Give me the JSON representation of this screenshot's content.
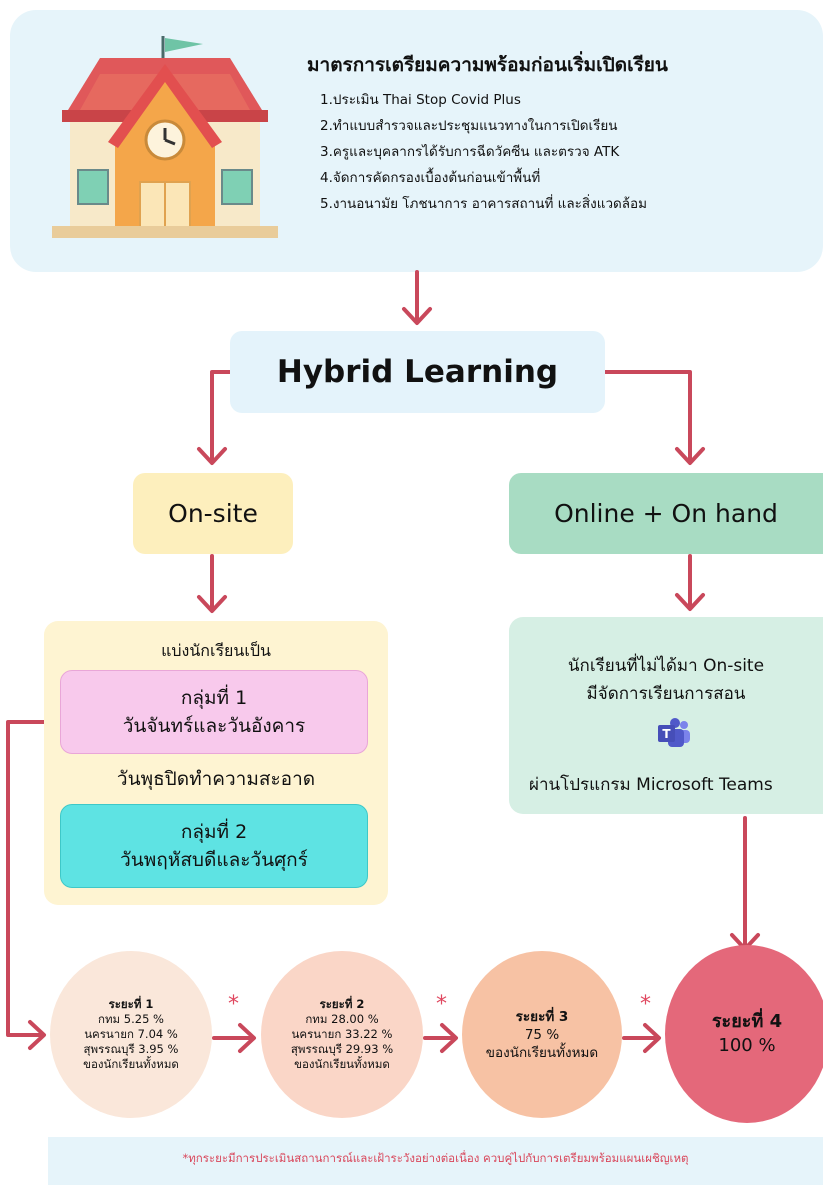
{
  "measures": {
    "title": "มาตรการเตรียมความพร้อมก่อนเริ่มเปิดเรียน",
    "items": [
      "1.ประเมิน Thai Stop Covid Plus",
      "2.ทำแบบสำรวจและประชุมแนวทางในการเปิดเรียน",
      "3.ครูและบุคลากรได้รับการฉีดวัคซีน และตรวจ ATK",
      "4.จัดการคัดกรองเบื้องต้นก่อนเข้าพื้นที่",
      "5.งานอนามัย โภชนาการ อาคารสถานที่ และสิ่งแวดล้อม"
    ]
  },
  "hybrid": {
    "title": "Hybrid Learning"
  },
  "onsite": {
    "label": "On-site",
    "intro": "แบ่งนักเรียนเป็น",
    "group1": {
      "name": "กลุ่มที่ 1",
      "days": "วันจันทร์และวันอังคาร"
    },
    "wednesday": "วันพุธปิดทำความสะอาด",
    "group2": {
      "name": "กลุ่มที่ 2",
      "days": "วันพฤหัสบดีและวันศุกร์"
    }
  },
  "online": {
    "label": "Online + On hand",
    "line1": "นักเรียนที่ไม่ได้มา On-site",
    "line2": "มีจัดการเรียนการสอน",
    "line3": "ผ่านโปรแกรม Microsoft Teams",
    "icon": "microsoft-teams-icon"
  },
  "phases": {
    "p1": {
      "title": "ระยะที่ 1",
      "l1": "กทม  5.25 %",
      "l2": "นครนายก  7.04 %",
      "l3": "สุพรรณบุรี 3.95 %",
      "l4": "ของนักเรียนทั้งหมด"
    },
    "p2": {
      "title": "ระยะที่ 2",
      "l1": "กทม  28.00 %",
      "l2": "นครนายก  33.22 %",
      "l3": "สุพรรณบุรี  29.93 %",
      "l4": "ของนักเรียนทั้งหมด"
    },
    "p3": {
      "title": "ระยะที่ 3",
      "l1": "75 %",
      "l2": "ของนักเรียนทั้งหมด"
    },
    "p4": {
      "title": "ระยะที่ 4",
      "l1": "100 %"
    },
    "star": "*"
  },
  "footnote": "*ทุกระยะมีการประเมินสถานการณ์และเฝ้าระวังอย่างต่อเนื่อง ควบคู่ไปกับการเตรียมพร้อมแผนเผชิญเหตุ",
  "colors": {
    "arrow": "#c9485b",
    "accent_red": "#e04860"
  },
  "icons": [
    "school-building-icon",
    "clock-icon",
    "flag-icon",
    "microsoft-teams-icon",
    "arrow-icon"
  ]
}
